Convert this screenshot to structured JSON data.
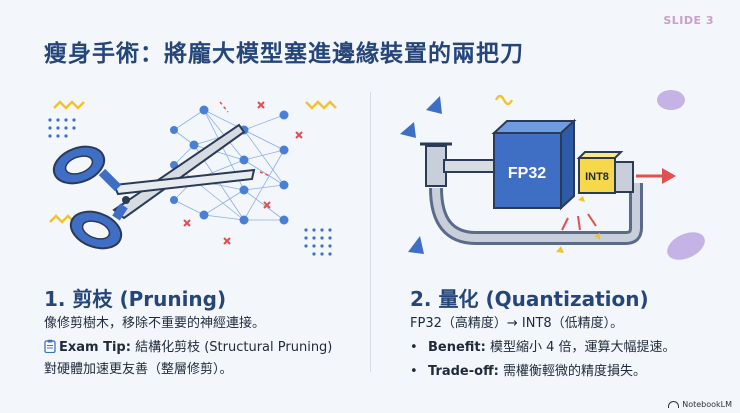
{
  "slide": {
    "label": "SLIDE 3",
    "title": "瘦身手術：將龐大模型塞進邊緣裝置的兩把刀"
  },
  "pruning": {
    "heading": "1. 剪枝 (Pruning)",
    "description": "像修剪樹木，移除不重要的神經連接。",
    "tip_label": "Exam Tip:",
    "tip_text": "結構化剪枝 (Structural Pruning) 對硬體加速更友善（整層修剪）。",
    "icon": "clipboard-icon"
  },
  "quantization": {
    "heading": "2. 量化 (Quantization)",
    "conversion": "FP32（高精度）→ INT8（低精度）。",
    "bullets": [
      {
        "label": "Benefit:",
        "text": "模型縮小 4 倍，運算大幅提速。"
      },
      {
        "label": "Trade-off:",
        "text": "需權衡輕微的精度損失。"
      }
    ],
    "fp32_block": "FP32",
    "int8_block": "INT8"
  },
  "watermark": "NotebookLM",
  "colors": {
    "title": "#26467a",
    "scissor_blue": "#3f6fc4",
    "node_blue": "#4a7fd6",
    "cut_red": "#e05050",
    "squiggle_yellow": "#f0c330",
    "int8_yellow": "#f6d84a",
    "accent_purple": "#c6b3e6"
  }
}
